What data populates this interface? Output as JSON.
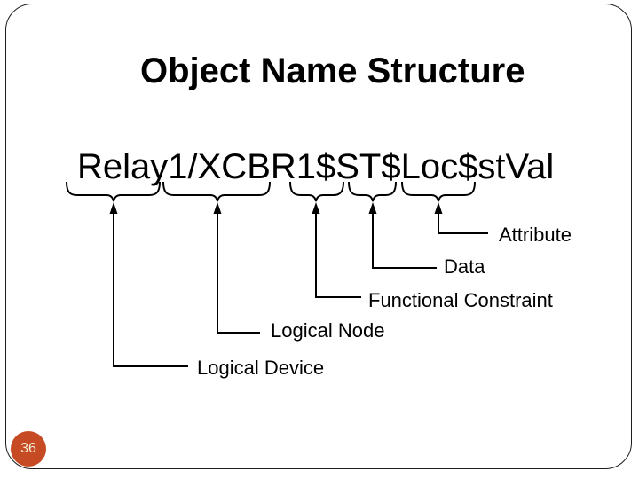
{
  "slide": {
    "title": "Object Name Structure",
    "object_name": "Relay1/XCBR1$ST$Loc$stVal",
    "page_number": "36",
    "callouts": [
      {
        "text": "Attribute",
        "segment": "stVal"
      },
      {
        "text": "Data",
        "segment": "Loc"
      },
      {
        "text": "Functional Constraint",
        "segment": "ST"
      },
      {
        "text": "Logical Node",
        "segment": "XCBR1"
      },
      {
        "text": "Logical Device",
        "segment": "Relay1"
      }
    ],
    "colors": {
      "background": "#FFFFFF",
      "diagram_lines": "#000000",
      "border": "#1C1C1C",
      "page_number_badge": "#C64A24",
      "page_number_text": "#F2EDD5"
    }
  }
}
